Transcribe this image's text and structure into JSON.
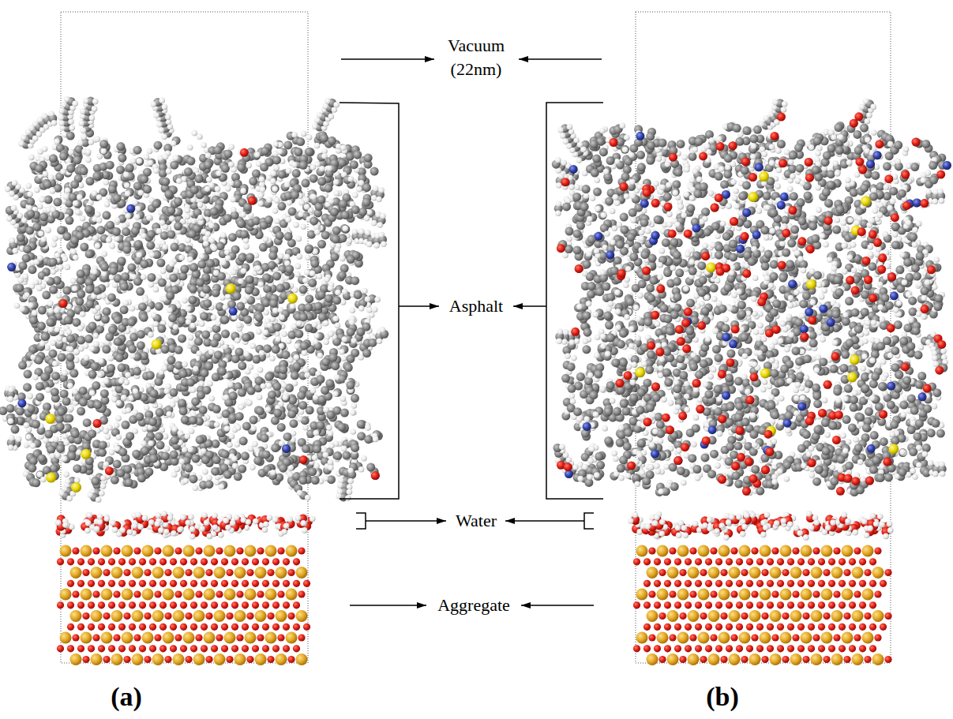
{
  "diagram": {
    "labels": [
      "Vacuum (22nm)",
      "Asphalt",
      "Water",
      "Aggregate",
      "(a)",
      "(b)"
    ]
  }
}
